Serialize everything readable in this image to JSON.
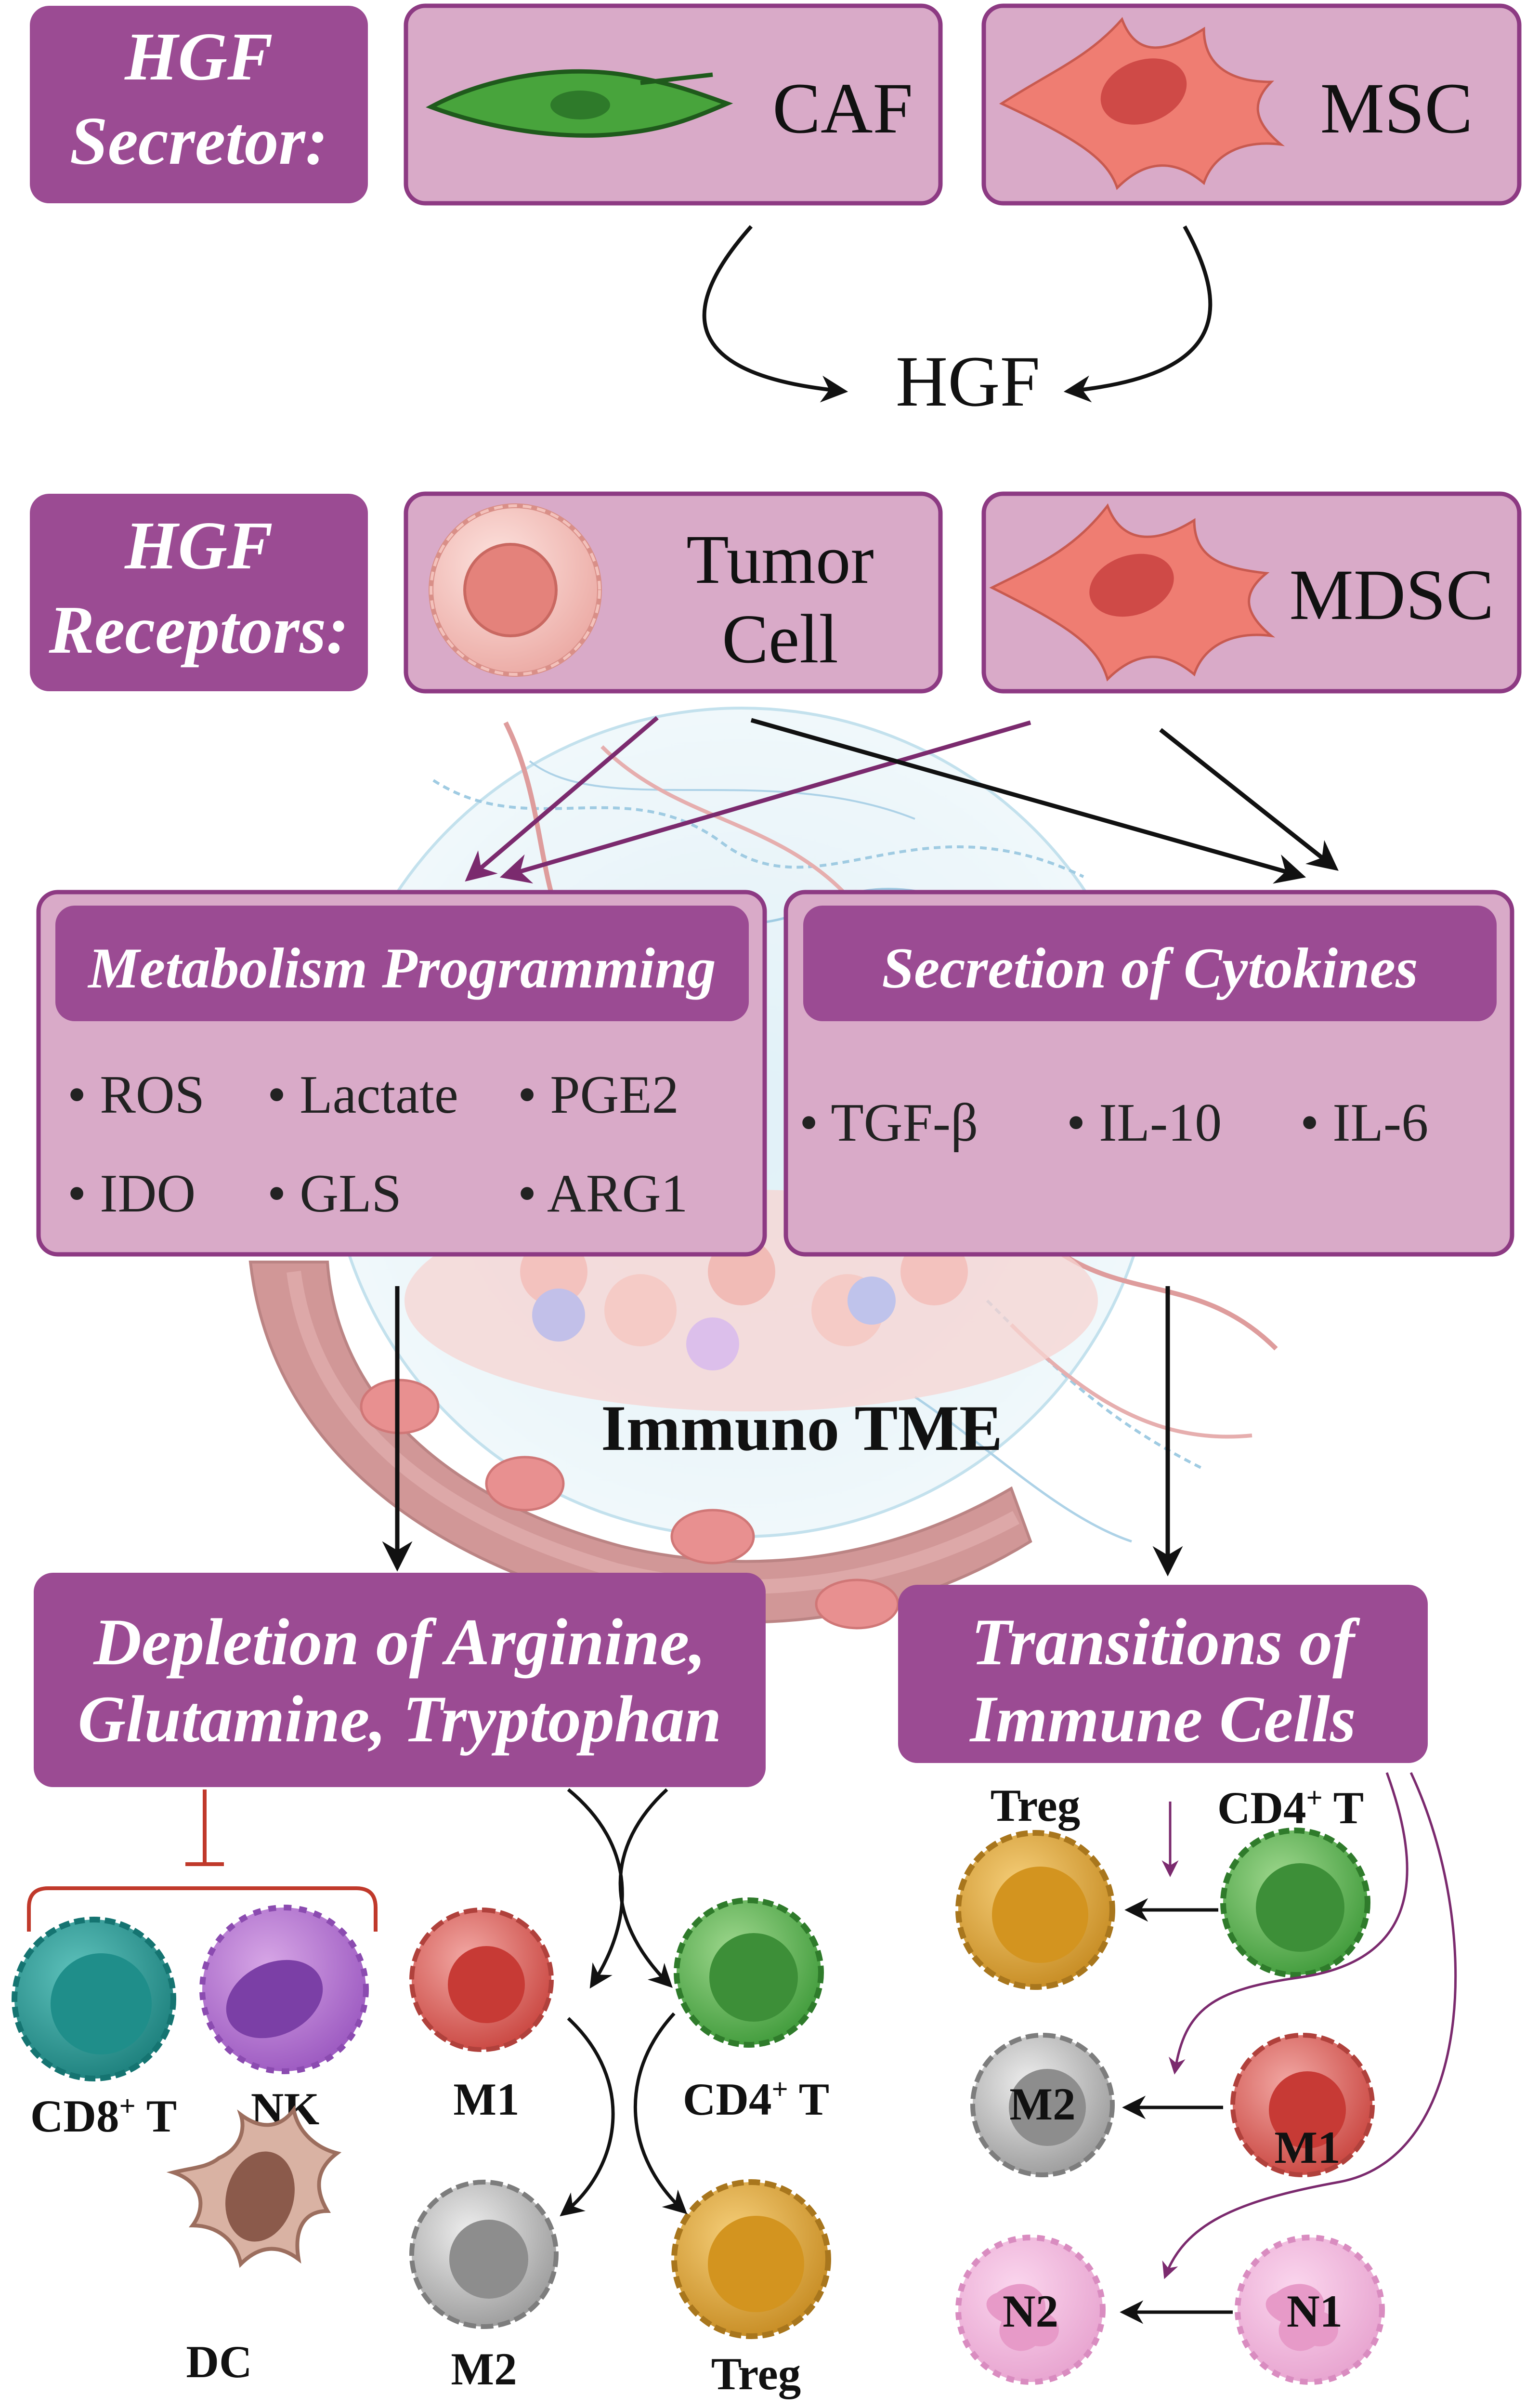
{
  "secretor": {
    "label_line1": "HGF",
    "label_line2": "Secretor:",
    "caf": "CAF",
    "msc": "MSC"
  },
  "hgf": "HGF",
  "receptors": {
    "label_line1": "HGF",
    "label_line2": "Receptors:",
    "tumor_line1": "Tumor",
    "tumor_line2": "Cell",
    "mdsc": "MDSC"
  },
  "metabolism": {
    "title": "Metabolism Programming",
    "items": [
      "• ROS",
      "• Lactate",
      "• PGE2",
      "• IDO",
      "• GLS",
      "• ARG1"
    ]
  },
  "cytokines": {
    "title": "Secretion of Cytokines",
    "items": [
      "• TGF-β",
      "• IL-10",
      "• IL-6"
    ]
  },
  "tme_label": "Immuno TME",
  "depletion": {
    "line1": "Depletion of Arginine,",
    "line2": "Glutamine, Tryptophan"
  },
  "transitions": {
    "line1": "Transitions of",
    "line2": "Immune Cells"
  },
  "left_cells": {
    "cd8": "CD8",
    "cd8_sup": "+",
    "cd8_suffix": " T",
    "nk": "NK",
    "dc": "DC",
    "m1": "M1",
    "m2": "M2",
    "cd4": "CD4",
    "cd4_sup": "+",
    "cd4_suffix": " T",
    "treg": "Treg"
  },
  "right_cells": {
    "treg": "Treg",
    "cd4": "CD4",
    "cd4_sup": "+",
    "cd4_suffix": " T",
    "m2": "M2",
    "m1": "M1",
    "n2": "N2",
    "n1": "N1"
  },
  "colors": {
    "box_fill": "#d9aac8",
    "box_stroke": "#8d3a83",
    "header_fill": "#9b4b93",
    "arrow_black": "#111111",
    "arrow_purple": "#7b2a6e",
    "inhibit_red": "#c0392b"
  }
}
